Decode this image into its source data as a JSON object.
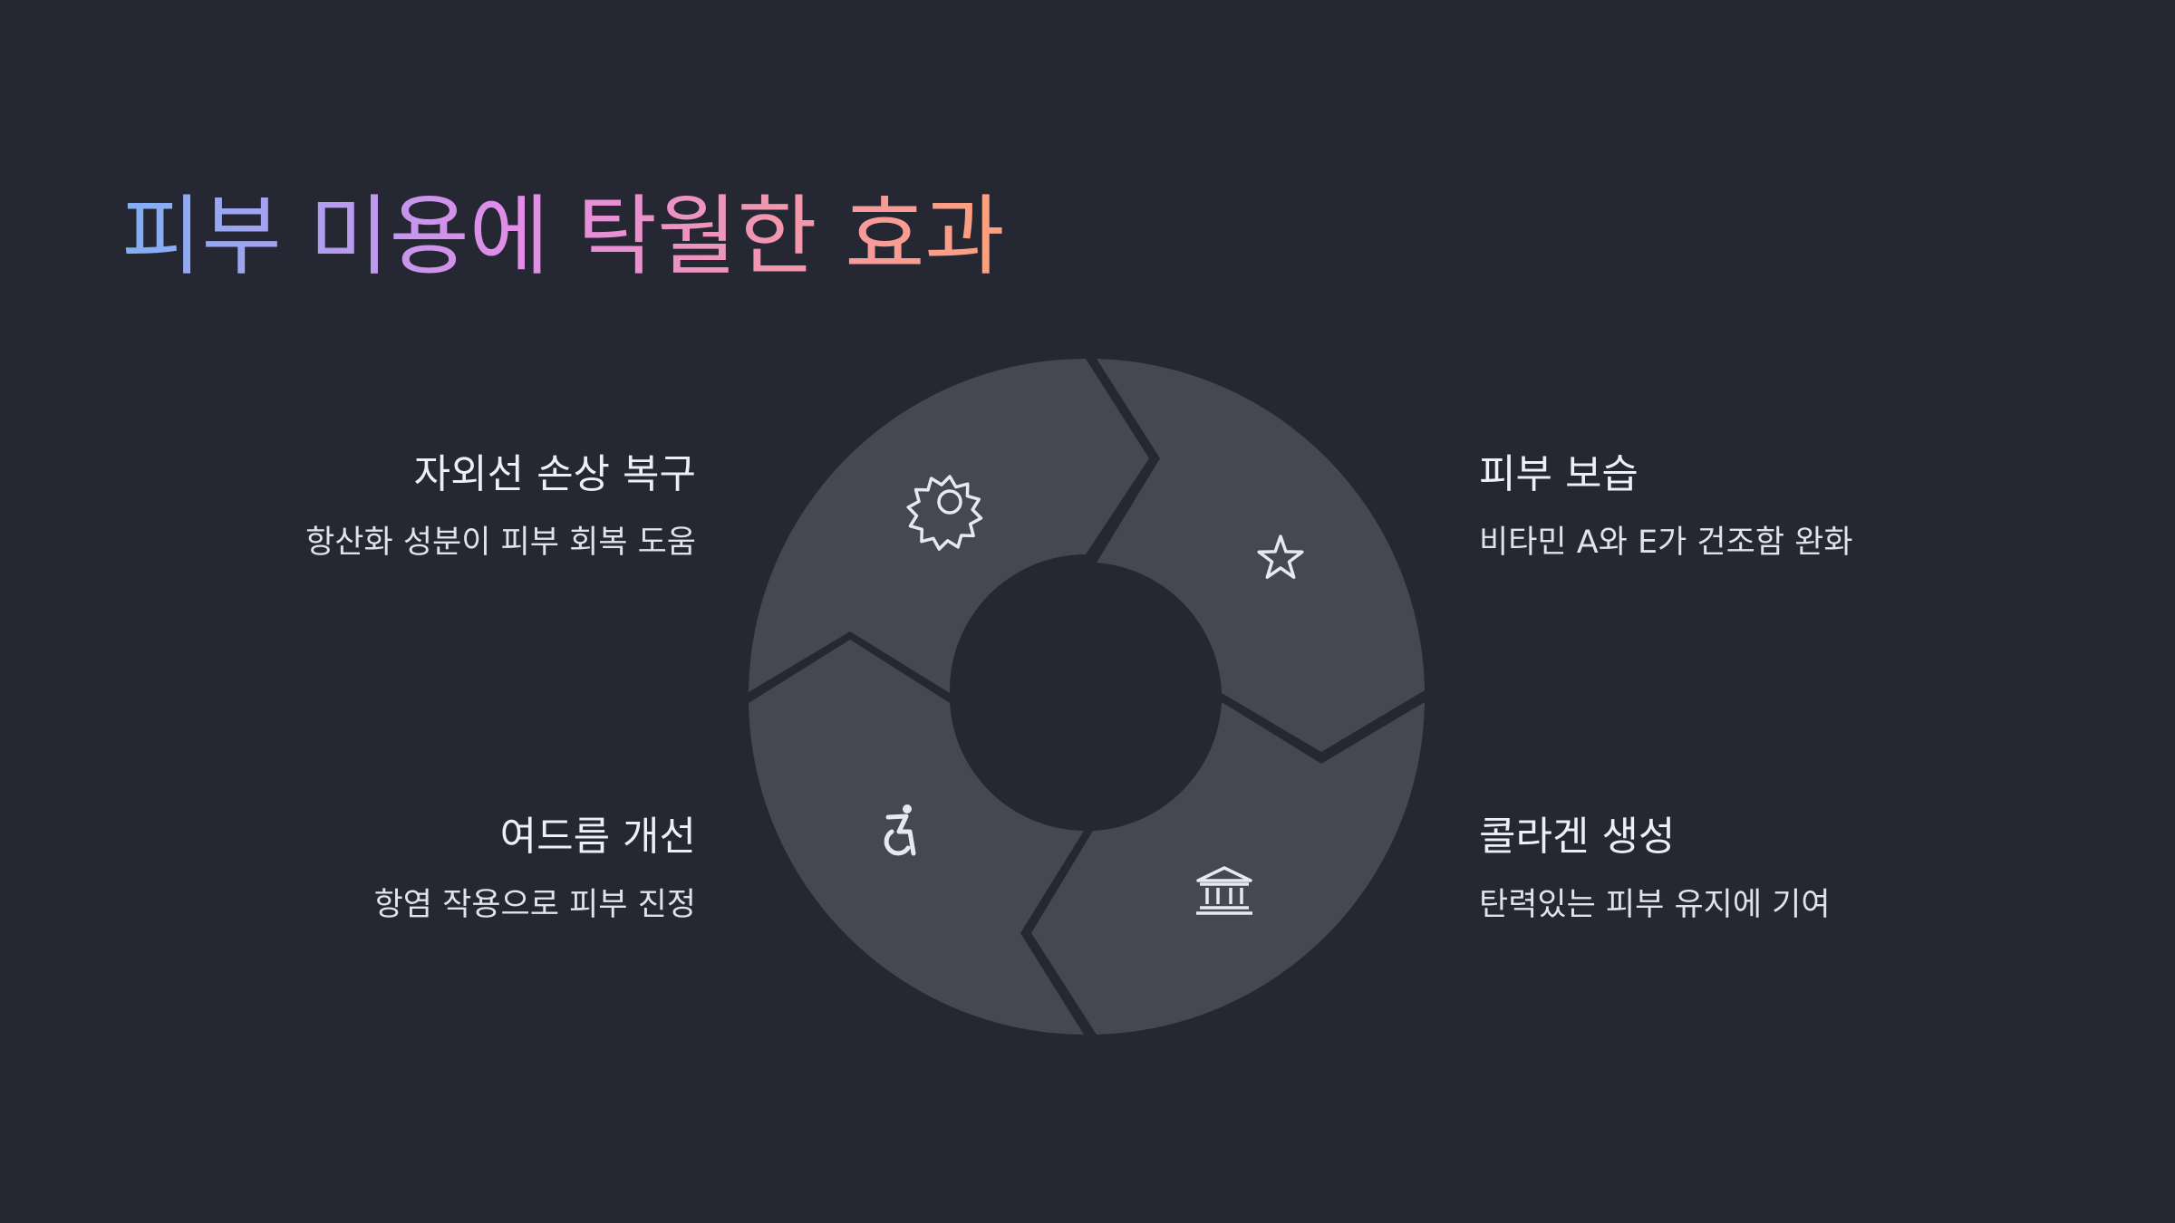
{
  "title": "피부 미용에 탁월한 효과",
  "colors": {
    "background": "#252733",
    "segment": "#454752",
    "icon": "#e6e9f2",
    "title_gradient": [
      "#7fb0f5",
      "#e38ce8",
      "#ffa07a"
    ]
  },
  "items": [
    {
      "title": "자외선 손상 복구",
      "desc": "항산화 성분이 피부 회복 도움",
      "icon": "sun-icon"
    },
    {
      "title": "피부 보습",
      "desc": "비타민 A와 E가 건조함 완화",
      "icon": "star-icon"
    },
    {
      "title": "여드름 개선",
      "desc": "항염 작용으로 피부 진정",
      "icon": "accessibility-icon"
    },
    {
      "title": "콜라겐 생성",
      "desc": "탄력있는 피부 유지에 기여",
      "icon": "bank-icon"
    }
  ]
}
